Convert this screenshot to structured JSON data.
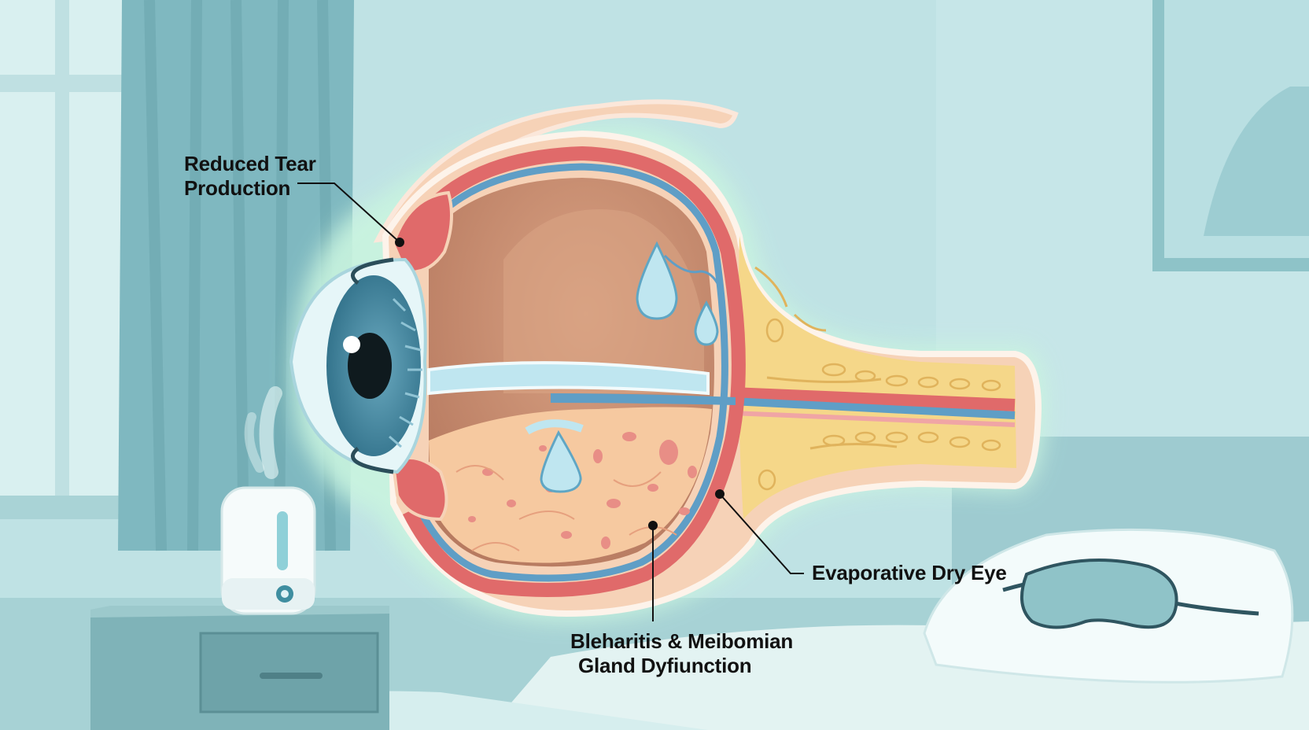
{
  "labels": {
    "reduced_tear": [
      "Reduced Tear",
      "Production"
    ],
    "evaporative": "Evaporative Dry Eye",
    "blepharitis": [
      "Bleharitis & Meibomian",
      "Gland Dyfiunction"
    ]
  },
  "colors": {
    "room_wall": "#bfe2e4",
    "curtain": "#7fb8c0",
    "sclera_outer": "#f7d3b9",
    "vessel_red": "#e06a6a",
    "vessel_blue": "#5f9ec6",
    "choroid": "#c98a6e",
    "tear": "#bfe6f0",
    "iris": "#4f8ea6",
    "nerve_yellow": "#f5d789",
    "glow": "#c9f4df"
  },
  "icons": [
    "humidifier-icon",
    "sleep-mask-icon",
    "pillow-icon",
    "tear-drop-icon"
  ]
}
